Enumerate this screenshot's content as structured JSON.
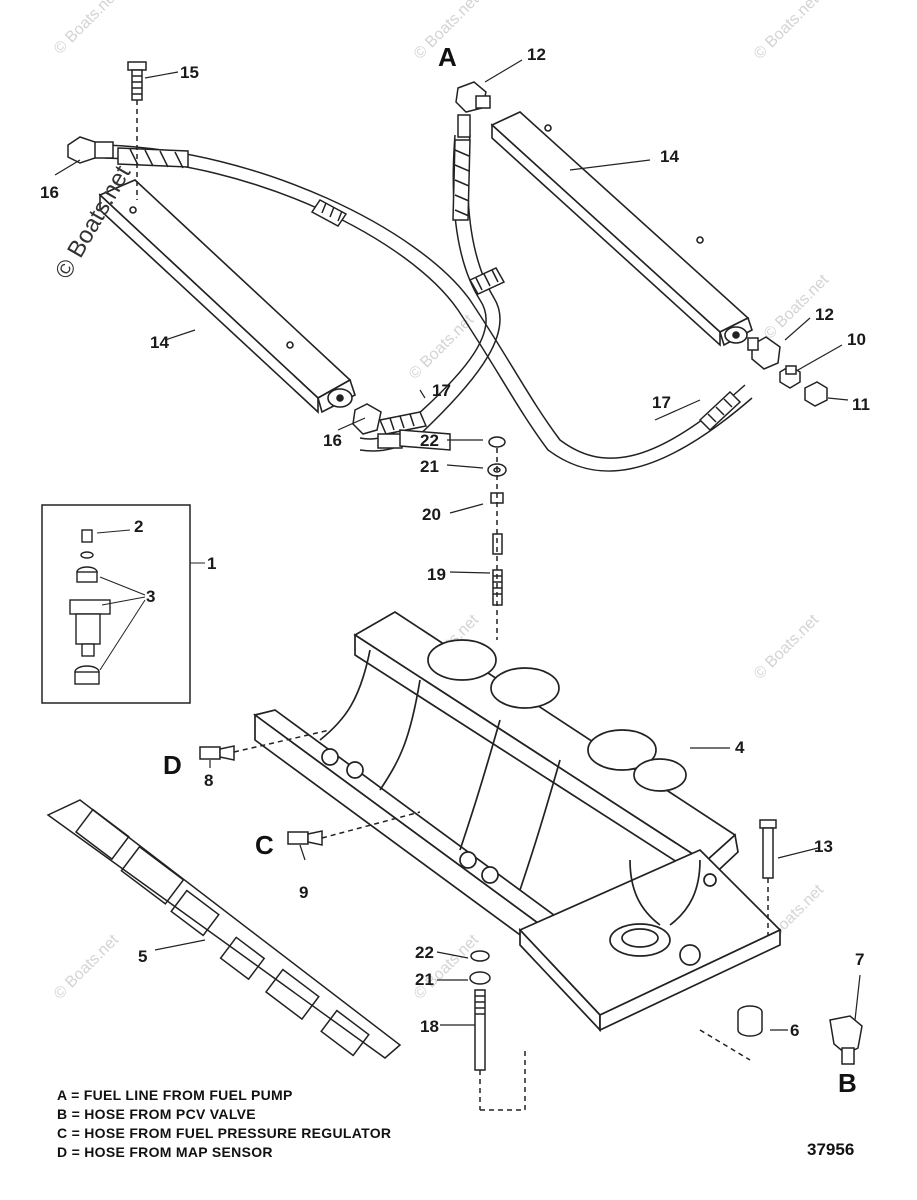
{
  "callouts": {
    "c1": "1",
    "c2": "2",
    "c3": "3",
    "c4": "4",
    "c5": "5",
    "c6": "6",
    "c7": "7",
    "c8": "8",
    "c9": "9",
    "c10": "10",
    "c11": "11",
    "c12a": "12",
    "c12b": "12",
    "c13": "13",
    "c14a": "14",
    "c14b": "14",
    "c15": "15",
    "c16a": "16",
    "c16b": "16",
    "c17a": "17",
    "c17b": "17",
    "c18": "18",
    "c19": "19",
    "c20": "20",
    "c21a": "21",
    "c21b": "21",
    "c22a": "22",
    "c22b": "22"
  },
  "connections": {
    "A": "A",
    "B": "B",
    "C": "C",
    "D": "D"
  },
  "legend": [
    "A = FUEL LINE FROM FUEL PUMP",
    "B = HOSE FROM PCV VALVE",
    "C = HOSE FROM FUEL PRESSURE REGULATOR",
    "D = HOSE FROM MAP SENSOR"
  ],
  "figure_number": "37956",
  "watermark": "© Boats.net"
}
